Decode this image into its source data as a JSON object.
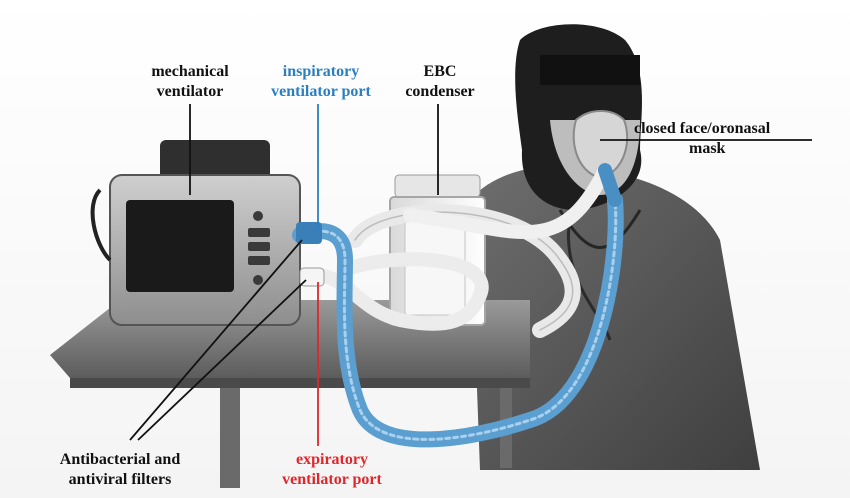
{
  "labels": {
    "mechanical_ventilator": [
      "mechanical",
      "ventilator"
    ],
    "inspiratory_port": [
      "inspiratory",
      "ventilator port"
    ],
    "ebc_condenser": [
      "EBC",
      "condenser"
    ],
    "mask": [
      "closed face/oronasal",
      "mask"
    ],
    "filters": [
      "Antibacterial and",
      "antiviral filters"
    ],
    "expiratory_port": [
      "expiratory",
      "ventilator port"
    ]
  },
  "colors": {
    "inspiratory": "#2a7fc1",
    "expiratory": "#e0262b",
    "label_default": "#111111",
    "tubing_blue": "#5b9fd0",
    "tubing_white": "#f2f2f2"
  }
}
